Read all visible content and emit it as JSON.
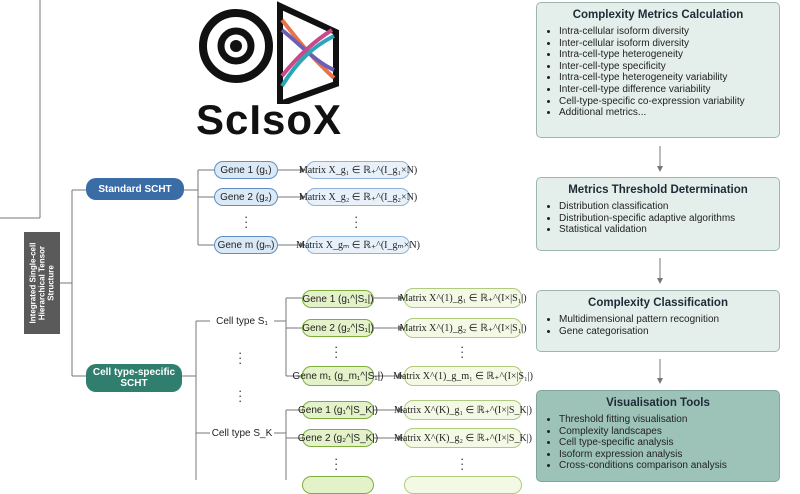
{
  "logo": {
    "text": "ScIsoX"
  },
  "structure_label": "Integrated Single-cell Hierarchical Tensor Structure",
  "standard": {
    "title": "Standard SCHT",
    "genes": [
      "Gene 1 (g₁)",
      "Gene 2 (g₂)",
      "Gene m (gₘ)"
    ],
    "matrices": [
      "Matrix X_g₁ ∈ ℝ₊^(I_g₁×N)",
      "Matrix X_g₂ ∈ ℝ₊^(I_g₂×N)",
      "Matrix X_gₘ ∈ ℝ₊^(I_gₘ×N)"
    ]
  },
  "celltype": {
    "title": "Cell type-specific SCHT",
    "cell_types": [
      "Cell type S₁",
      "Cell type S_K"
    ],
    "genes_s1": [
      "Gene 1 (g₁^|S₁|)",
      "Gene 2 (g₂^|S₁|)",
      "Gene m₁ (g_m₁^|S₁|)"
    ],
    "matrices_s1": [
      "Matrix X^(1)_g₁ ∈ ℝ₊^(I×|S₁|)",
      "Matrix X^(1)_g₂ ∈ ℝ₊^(I×|S₁|)",
      "Matrix X^(1)_g_m₁ ∈ ℝ₊^(I×|S₁|)"
    ],
    "genes_sk": [
      "Gene 1 (g₁^|S_K|)",
      "Gene 2 (g₂^|S_K|)"
    ],
    "matrices_sk": [
      "Matrix X^(K)_g₁ ∈ ℝ₊^(I×|S_K|)",
      "Matrix X^(K)_g₂ ∈ ℝ₊^(I×|S_K|)"
    ]
  },
  "panels": {
    "complexity_metrics": {
      "title": "Complexity Metrics Calculation",
      "items": [
        "Intra-cellular isoform diversity",
        "Inter-cellular isoform diversity",
        "Intra-cell-type heterogeneity",
        "Inter-cell-type specificity",
        "Intra-cell-type heterogeneity variability",
        "Inter-cell-type difference variability",
        "Cell-type-specific co-expression variability",
        "Additional metrics..."
      ]
    },
    "threshold": {
      "title": "Metrics Threshold Determination",
      "items": [
        "Distribution classification",
        "Distribution-specific adaptive algorithms",
        "Statistical validation"
      ]
    },
    "classification": {
      "title": "Complexity Classification",
      "items": [
        "Multidimensional pattern recognition",
        "Gene categorisation"
      ]
    },
    "visualisation": {
      "title": "Visualisation Tools",
      "items": [
        "Threshold fitting visualisation",
        "Complexity landscapes",
        "Cell type-specific analysis",
        "Isoform expression analysis",
        "Cross-conditions comparison analysis"
      ]
    }
  },
  "colors": {
    "standard": "#3a6ca6",
    "celltype": "#2f7e6e",
    "panel_light": "#e4efeb",
    "panel_dark": "#9dc3b8"
  }
}
